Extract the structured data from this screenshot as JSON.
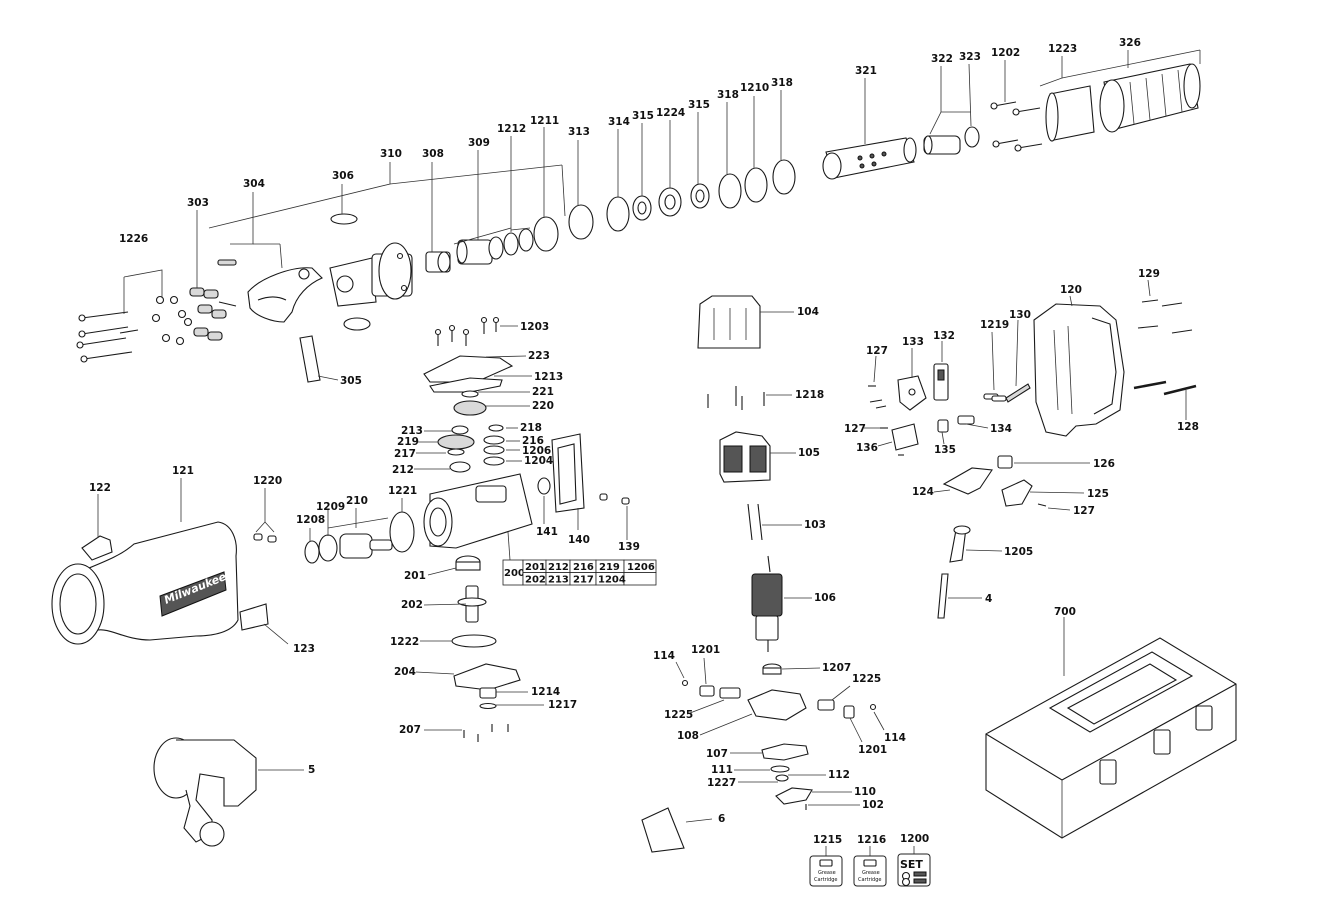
{
  "diagram": {
    "callouts": [
      {
        "id": "c1226",
        "text": "1226"
      },
      {
        "id": "c303",
        "text": "303"
      },
      {
        "id": "c304",
        "text": "304"
      },
      {
        "id": "c306",
        "text": "306"
      },
      {
        "id": "c310",
        "text": "310"
      },
      {
        "id": "c308",
        "text": "308"
      },
      {
        "id": "c309",
        "text": "309"
      },
      {
        "id": "c1212",
        "text": "1212"
      },
      {
        "id": "c1211",
        "text": "1211"
      },
      {
        "id": "c313",
        "text": "313"
      },
      {
        "id": "c314",
        "text": "314"
      },
      {
        "id": "c315a",
        "text": "315"
      },
      {
        "id": "c1224",
        "text": "1224"
      },
      {
        "id": "c315b",
        "text": "315"
      },
      {
        "id": "c318a",
        "text": "318"
      },
      {
        "id": "c1210",
        "text": "1210"
      },
      {
        "id": "c318b",
        "text": "318"
      },
      {
        "id": "c321",
        "text": "321"
      },
      {
        "id": "c322",
        "text": "322"
      },
      {
        "id": "c323",
        "text": "323"
      },
      {
        "id": "c1202",
        "text": "1202"
      },
      {
        "id": "c1223",
        "text": "1223"
      },
      {
        "id": "c326",
        "text": "326"
      },
      {
        "id": "c305",
        "text": "305"
      },
      {
        "id": "c1203",
        "text": "1203"
      },
      {
        "id": "c223",
        "text": "223"
      },
      {
        "id": "c1213",
        "text": "1213"
      },
      {
        "id": "c221",
        "text": "221"
      },
      {
        "id": "c220",
        "text": "220"
      },
      {
        "id": "c213",
        "text": "213"
      },
      {
        "id": "c218",
        "text": "218"
      },
      {
        "id": "c219",
        "text": "219"
      },
      {
        "id": "c216",
        "text": "216"
      },
      {
        "id": "c217",
        "text": "217"
      },
      {
        "id": "c1206",
        "text": "1206"
      },
      {
        "id": "c1204",
        "text": "1204"
      },
      {
        "id": "c212",
        "text": "212"
      },
      {
        "id": "c141",
        "text": "141"
      },
      {
        "id": "c140",
        "text": "140"
      },
      {
        "id": "c139",
        "text": "139"
      },
      {
        "id": "c1221",
        "text": "1221"
      },
      {
        "id": "c210",
        "text": "210"
      },
      {
        "id": "c1209",
        "text": "1209"
      },
      {
        "id": "c1208",
        "text": "1208"
      },
      {
        "id": "c1220",
        "text": "1220"
      },
      {
        "id": "c121",
        "text": "121"
      },
      {
        "id": "c122",
        "text": "122"
      },
      {
        "id": "c123",
        "text": "123"
      },
      {
        "id": "c201",
        "text": "201"
      },
      {
        "id": "c202",
        "text": "202"
      },
      {
        "id": "c1222",
        "text": "1222"
      },
      {
        "id": "c204",
        "text": "204"
      },
      {
        "id": "c1214",
        "text": "1214"
      },
      {
        "id": "c1217",
        "text": "1217"
      },
      {
        "id": "c207",
        "text": "207"
      },
      {
        "id": "c5",
        "text": "5"
      },
      {
        "id": "c104",
        "text": "104"
      },
      {
        "id": "c1218",
        "text": "1218"
      },
      {
        "id": "c105",
        "text": "105"
      },
      {
        "id": "c103",
        "text": "103"
      },
      {
        "id": "c106",
        "text": "106"
      },
      {
        "id": "c114a",
        "text": "114"
      },
      {
        "id": "c1201a",
        "text": "1201"
      },
      {
        "id": "c1207",
        "text": "1207"
      },
      {
        "id": "c1225a",
        "text": "1225"
      },
      {
        "id": "c1225b",
        "text": "1225"
      },
      {
        "id": "c108",
        "text": "108"
      },
      {
        "id": "c114b",
        "text": "114"
      },
      {
        "id": "c1201b",
        "text": "1201"
      },
      {
        "id": "c107",
        "text": "107"
      },
      {
        "id": "c111",
        "text": "111"
      },
      {
        "id": "c112",
        "text": "112"
      },
      {
        "id": "c1227",
        "text": "1227"
      },
      {
        "id": "c110",
        "text": "110"
      },
      {
        "id": "c102",
        "text": "102"
      },
      {
        "id": "c6",
        "text": "6"
      },
      {
        "id": "c1215",
        "text": "1215"
      },
      {
        "id": "c1216",
        "text": "1216"
      },
      {
        "id": "c1200",
        "text": "1200"
      },
      {
        "id": "c129",
        "text": "129"
      },
      {
        "id": "c120",
        "text": "120"
      },
      {
        "id": "c127a",
        "text": "127"
      },
      {
        "id": "c133",
        "text": "133"
      },
      {
        "id": "c132",
        "text": "132"
      },
      {
        "id": "c1219",
        "text": "1219"
      },
      {
        "id": "c130",
        "text": "130"
      },
      {
        "id": "c127b",
        "text": "127"
      },
      {
        "id": "c136",
        "text": "136"
      },
      {
        "id": "c135",
        "text": "135"
      },
      {
        "id": "c134",
        "text": "134"
      },
      {
        "id": "c128",
        "text": "128"
      },
      {
        "id": "c126",
        "text": "126"
      },
      {
        "id": "c124",
        "text": "124"
      },
      {
        "id": "c125",
        "text": "125"
      },
      {
        "id": "c127c",
        "text": "127"
      },
      {
        "id": "c1205",
        "text": "1205"
      },
      {
        "id": "c4",
        "text": "4"
      },
      {
        "id": "c700",
        "text": "700"
      }
    ],
    "kit_table": {
      "label": "200",
      "rows": [
        [
          "201",
          "212",
          "216",
          "219",
          "1206"
        ],
        [
          "202",
          "213",
          "217",
          "1204",
          ""
        ]
      ]
    },
    "kits": {
      "grease_1": {
        "line1": "Grease",
        "line2": "Cartridge"
      },
      "grease_2": {
        "line1": "Grease",
        "line2": "Cartridge"
      },
      "set_label": "SET"
    },
    "brand_mark": "Milwaukee"
  }
}
